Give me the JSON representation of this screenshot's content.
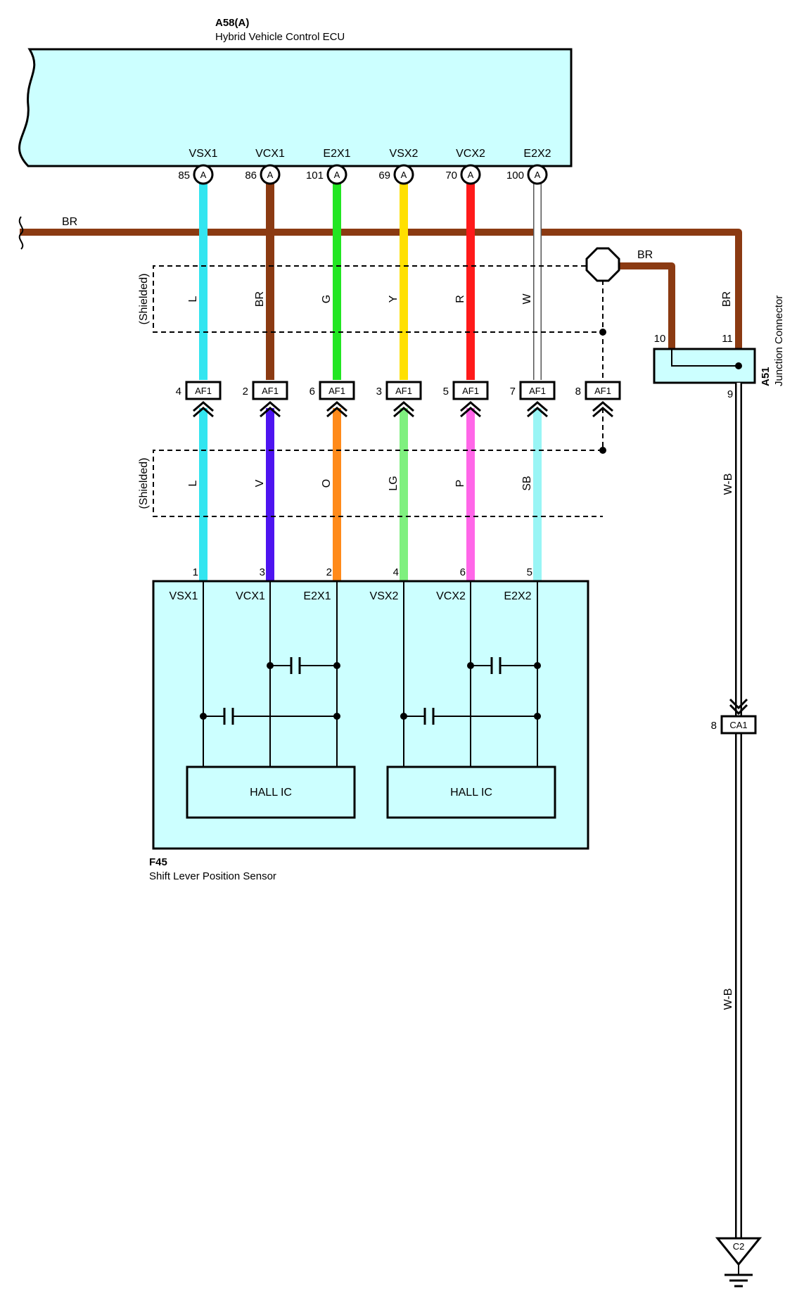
{
  "ecu": {
    "code": "A58(A)",
    "name": "Hybrid Vehicle Control ECU",
    "connector_mark": "A",
    "pins": [
      {
        "name": "VSX1",
        "num": "85"
      },
      {
        "name": "VCX1",
        "num": "86"
      },
      {
        "name": "E2X1",
        "num": "101"
      },
      {
        "name": "VSX2",
        "num": "69"
      },
      {
        "name": "VCX2",
        "num": "70"
      },
      {
        "name": "E2X2",
        "num": "100"
      }
    ]
  },
  "upper_wires": [
    {
      "code": "L",
      "color": "#33e5f0"
    },
    {
      "code": "BR",
      "color": "#8b3a12"
    },
    {
      "code": "G",
      "color": "#22e622"
    },
    {
      "code": "Y",
      "color": "#ffe000"
    },
    {
      "code": "R",
      "color": "#ff1a1a"
    },
    {
      "code": "W",
      "color": "#ffffff"
    }
  ],
  "lower_wires": [
    {
      "code": "L",
      "color": "#33e5f0"
    },
    {
      "code": "V",
      "color": "#4d14f0"
    },
    {
      "code": "O",
      "color": "#ff8a1a"
    },
    {
      "code": "LG",
      "color": "#7ff07f"
    },
    {
      "code": "P",
      "color": "#ff66e8"
    },
    {
      "code": "SB",
      "color": "#99f5f5"
    }
  ],
  "shielded_label": "(Shielded)",
  "ground_wire": {
    "code": "BR",
    "color": "#8b3a12"
  },
  "junction_branch_code": "BR",
  "junction_right_code": "BR",
  "af1": {
    "name": "AF1",
    "pins": [
      "4",
      "2",
      "6",
      "3",
      "5",
      "7",
      "8"
    ]
  },
  "junction": {
    "code": "A51",
    "name": "Junction Connector",
    "pin_in_left": "10",
    "pin_in_right": "11",
    "pin_out": "9"
  },
  "wb_wire": {
    "code": "W-B",
    "code2": "W-B"
  },
  "ca1": {
    "name": "CA1",
    "pin": "8"
  },
  "ground": {
    "name": "C2"
  },
  "sensor": {
    "code": "F45",
    "name": "Shift Lever Position Sensor",
    "pin_nums": [
      "1",
      "3",
      "2",
      "4",
      "6",
      "5"
    ],
    "pin_names": [
      "VSX1",
      "VCX1",
      "E2X1",
      "VSX2",
      "VCX2",
      "E2X2"
    ],
    "hall_ic_1": "HALL IC",
    "hall_ic_2": "HALL IC"
  },
  "colors": {
    "box_fill": "#ccffff",
    "ground_brown": "#8b3a12",
    "line": "#000000"
  }
}
